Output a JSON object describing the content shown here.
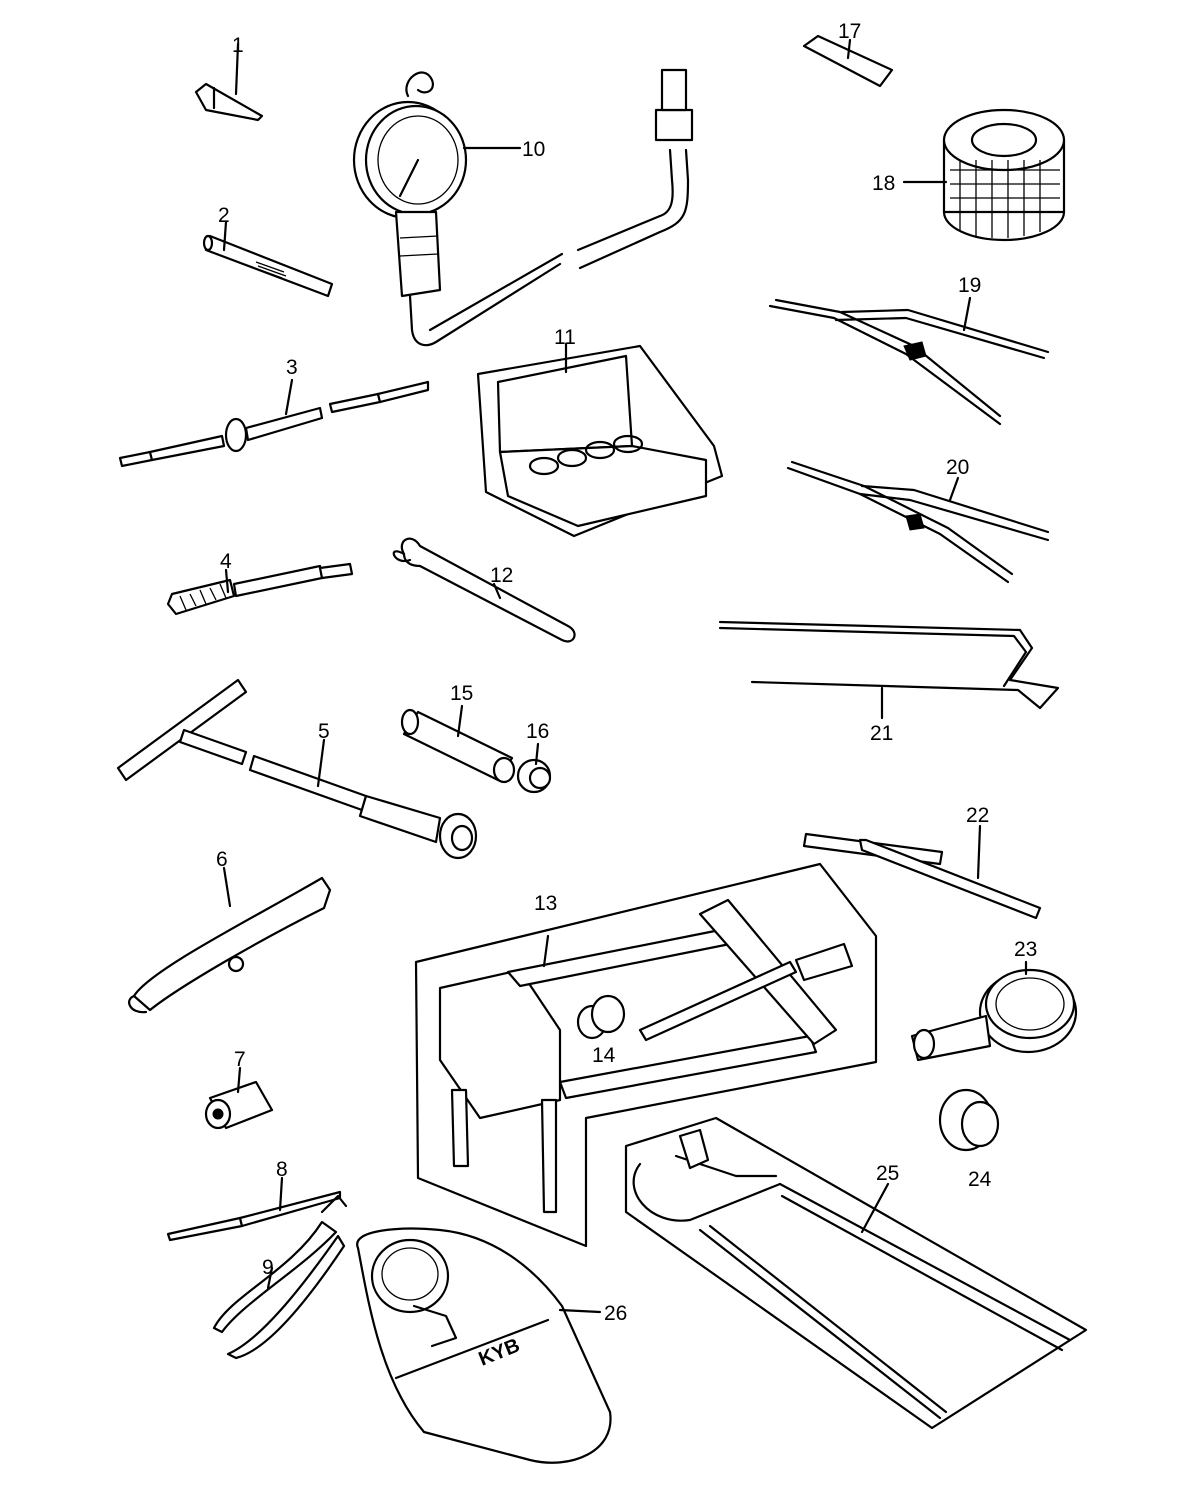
{
  "diagram": {
    "colors": {
      "ink": "#000000",
      "paper": "#ffffff"
    },
    "callouts": [
      {
        "id": "1",
        "label": "1"
      },
      {
        "id": "2",
        "label": "2"
      },
      {
        "id": "3",
        "label": "3"
      },
      {
        "id": "4",
        "label": "4"
      },
      {
        "id": "5",
        "label": "5"
      },
      {
        "id": "6",
        "label": "6"
      },
      {
        "id": "7",
        "label": "7"
      },
      {
        "id": "8",
        "label": "8"
      },
      {
        "id": "9",
        "label": "9"
      },
      {
        "id": "10",
        "label": "10"
      },
      {
        "id": "11",
        "label": "11"
      },
      {
        "id": "12",
        "label": "12"
      },
      {
        "id": "13",
        "label": "13"
      },
      {
        "id": "14",
        "label": "14"
      },
      {
        "id": "15",
        "label": "15"
      },
      {
        "id": "16",
        "label": "16"
      },
      {
        "id": "17",
        "label": "17"
      },
      {
        "id": "18",
        "label": "18"
      },
      {
        "id": "19",
        "label": "19"
      },
      {
        "id": "20",
        "label": "20"
      },
      {
        "id": "21",
        "label": "21"
      },
      {
        "id": "22",
        "label": "22"
      },
      {
        "id": "23",
        "label": "23"
      },
      {
        "id": "24",
        "label": "24"
      },
      {
        "id": "25",
        "label": "25"
      },
      {
        "id": "26",
        "label": "26"
      }
    ],
    "pouch_logo_text": "KYB"
  }
}
